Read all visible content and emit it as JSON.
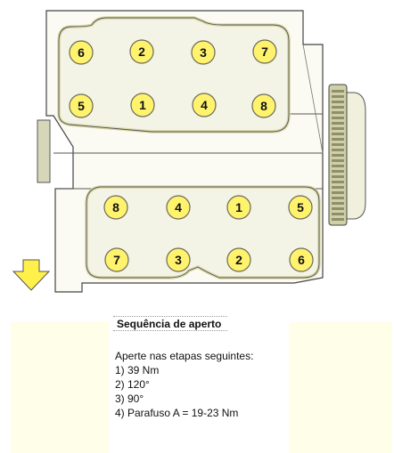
{
  "diagram": {
    "upper_bolts": [
      {
        "label": "6"
      },
      {
        "label": "2"
      },
      {
        "label": "3"
      },
      {
        "label": "7"
      },
      {
        "label": "5"
      },
      {
        "label": "1"
      },
      {
        "label": "4"
      },
      {
        "label": "8"
      }
    ],
    "lower_bolts": [
      {
        "label": "8"
      },
      {
        "label": "4"
      },
      {
        "label": "1"
      },
      {
        "label": "5"
      },
      {
        "label": "7"
      },
      {
        "label": "3"
      },
      {
        "label": "2"
      },
      {
        "label": "6"
      }
    ],
    "colors": {
      "bolt_fill": "#fff36e",
      "bolt_stroke": "#6b6b55",
      "head_fill": "#f3f3e6",
      "head_outline": "#d9d8a8",
      "block_fill": "#fbfbf4",
      "pulley_fill": "#cfcfa8",
      "arrow_fill": "#fff14a"
    }
  },
  "instructions": {
    "title": "Sequência de aperto",
    "intro": "Aperte nas etapas seguintes:",
    "steps": [
      "1) 39 Nm",
      "2) 120°",
      "3) 90°",
      "4) Parafuso A = 19-23 Nm"
    ]
  }
}
